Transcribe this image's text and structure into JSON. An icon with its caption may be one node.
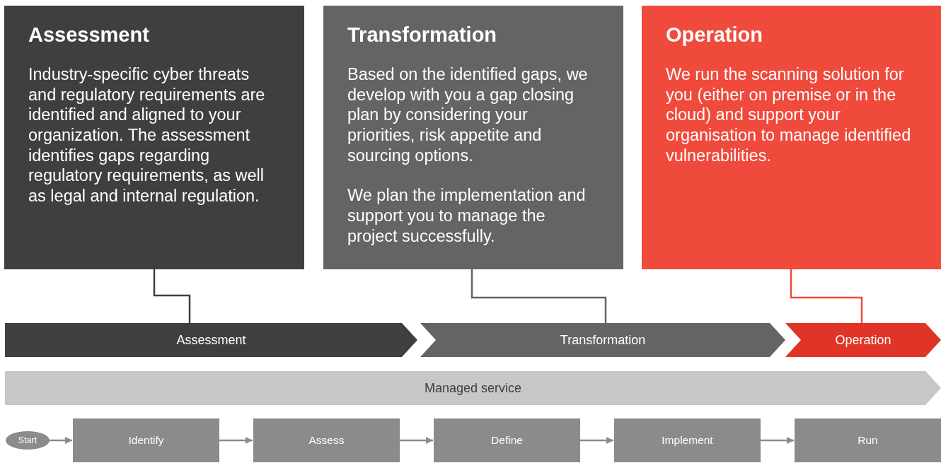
{
  "diagram": {
    "nodes": [
      {
        "text": [
          "Assessment",
          "Industry-specific cyber threats and regulatory requirements are identified and aligned to your organization. The assessment identifies gaps regarding regulatory requirements, as well as legal and internal regulation."
        ]
      },
      {
        "text": [
          "Transformation",
          "Based on the identified gaps, we develop with you a gap closing plan by considering your priorities, risk appetite and sourcing options.",
          "We plan the implementation and support you to manage the project successfully."
        ]
      },
      {
        "text": [
          "Operation",
          "We run the scanning solution for you (either on premise or in the cloud) and support your organisation to manage identified vulnerabilities."
        ]
      },
      {
        "text": [
          "Assessment"
        ]
      },
      {
        "text": [
          "Transformation"
        ]
      },
      {
        "text": [
          "Operation"
        ]
      },
      {
        "text": [
          "Managed service"
        ]
      },
      {
        "text": [
          "Start"
        ]
      },
      {
        "text": [
          "Identify"
        ]
      },
      {
        "text": [
          "Assess"
        ]
      },
      {
        "text": [
          "Define"
        ]
      },
      {
        "text": [
          "Implement"
        ]
      },
      {
        "text": [
          "Run"
        ]
      }
    ],
    "edges": [
      {
        "from": 0,
        "to": 3,
        "arrow": "none",
        "color": "#3f3f42"
      },
      {
        "from": 1,
        "to": 4,
        "arrow": "none",
        "color": "#636466"
      },
      {
        "from": 2,
        "to": 5,
        "arrow": "none",
        "color": "#ef4a3c"
      },
      {
        "from": 7,
        "to": 8,
        "arrow": "to"
      },
      {
        "from": 8,
        "to": 9,
        "arrow": "to"
      },
      {
        "from": 9,
        "to": 10,
        "arrow": "to"
      },
      {
        "from": 10,
        "to": 11,
        "arrow": "to"
      },
      {
        "from": 11,
        "to": 12,
        "arrow": "to"
      }
    ]
  }
}
